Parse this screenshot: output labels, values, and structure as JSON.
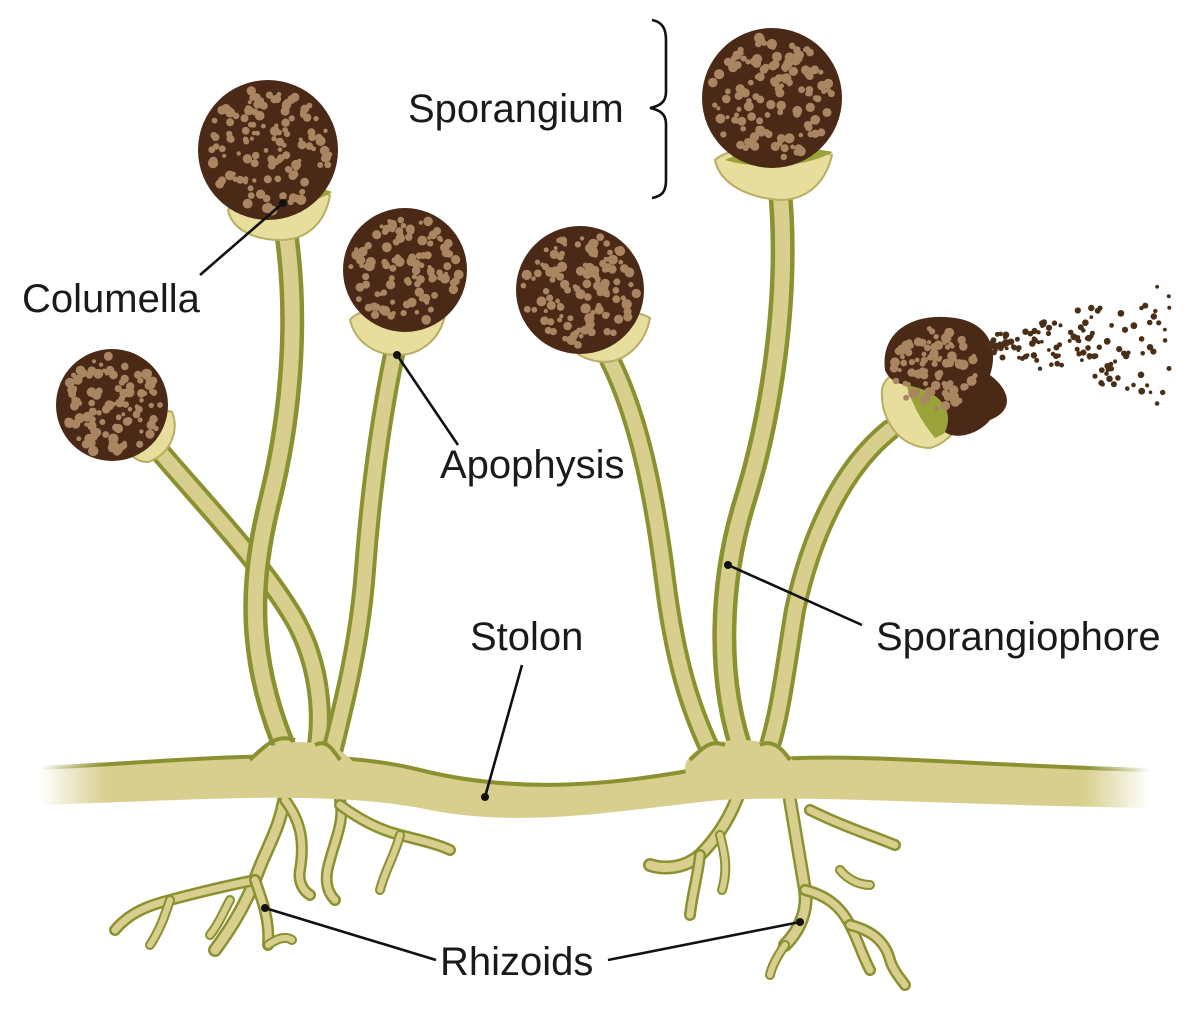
{
  "labels": {
    "sporangium": "Sporangium",
    "columella": "Columella",
    "apophysis": "Apophysis",
    "stolon": "Stolon",
    "sporangiophore": "Sporangiophore",
    "rhizoids": "Rhizoids"
  },
  "colors": {
    "hypha_fill": "#d8cf8e",
    "hypha_shadow": "#8a9130",
    "sporangium_dark": "#4a2a17",
    "sporangium_light": "#a98562",
    "apophysis": "#e7dd9c",
    "columella": "#9aa23a",
    "spores": "#4a2f16"
  }
}
